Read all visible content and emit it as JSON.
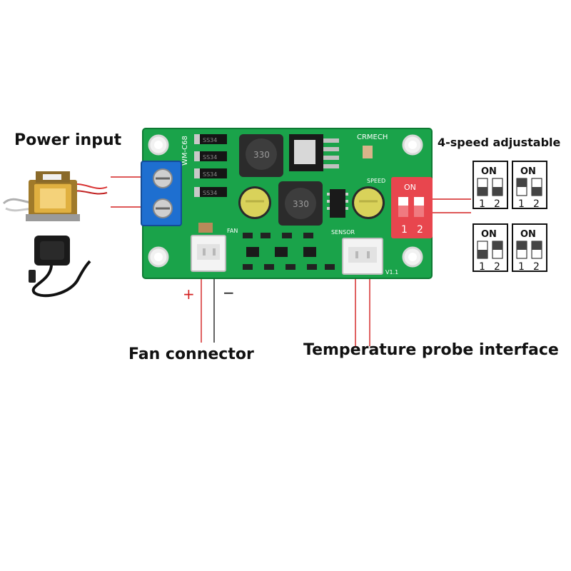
{
  "labels": {
    "power_input": "Power input",
    "speed_adjust": "4-speed adjustable",
    "fan_connector": "Fan connector",
    "temp_probe": "Temperature probe interface"
  },
  "fan_polarity": {
    "plus": "+",
    "minus": "−"
  },
  "board": {
    "brand": "CRMECH",
    "model": "WM-C68",
    "fan_silk": "FAN",
    "sensor_silk": "SENSOR",
    "speed_silk": "SPEED",
    "probe_silk": "V1.1",
    "inductor_marking": "330",
    "inductor2_marking": "330",
    "diode_marking": "SS34",
    "dip_on": "ON",
    "dip_1": "1",
    "dip_2": "2"
  },
  "dip_settings": [
    {
      "on": "ON",
      "num1": "1",
      "num2": "2"
    },
    {
      "on": "ON",
      "num1": "1",
      "num2": "2"
    },
    {
      "on": "ON",
      "num1": "1",
      "num2": "2"
    },
    {
      "on": "ON",
      "num1": "1",
      "num2": "2"
    }
  ],
  "colors": {
    "pcb": "#1aa34a",
    "terminal": "#1e6fd0",
    "dip_switch": "#e8464e",
    "leader_line": "#d32020"
  },
  "icons": [
    "transformer-icon",
    "power-adapter-icon"
  ]
}
